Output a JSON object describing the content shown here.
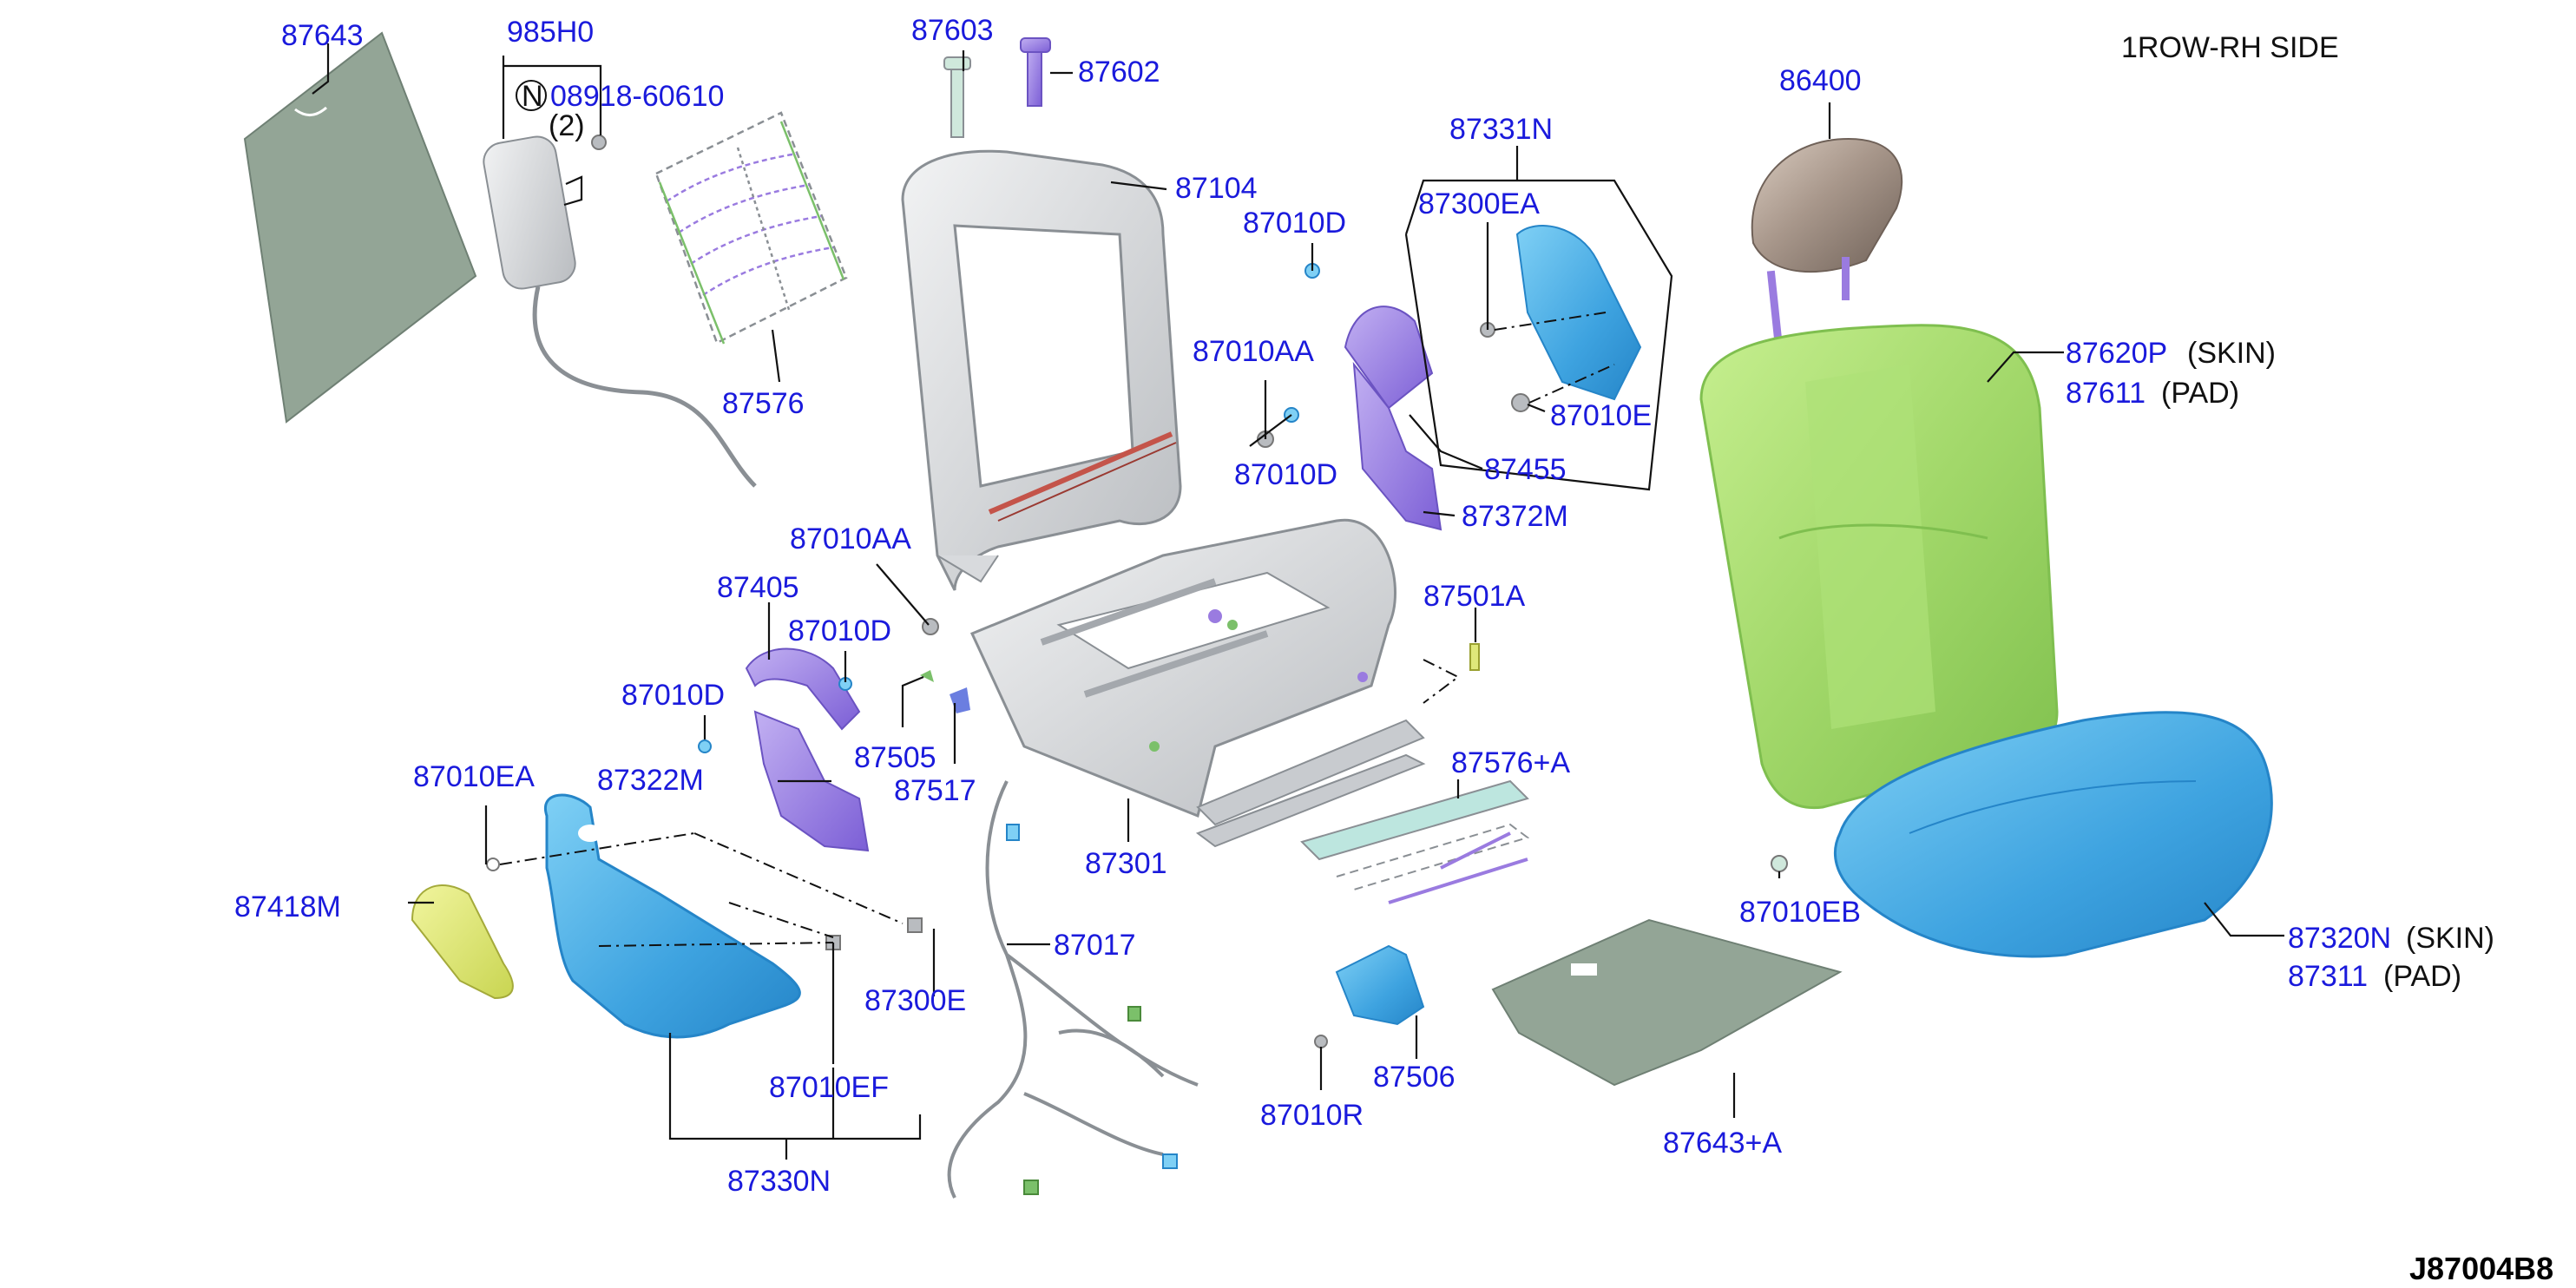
{
  "header": {
    "side": "1ROW-RH SIDE",
    "code": "J87004B8"
  },
  "labels": {
    "p87643": "87643",
    "p985H0": "985H0",
    "n_circle": "N",
    "p08918": "08918-60610",
    "qty2": "(2)",
    "p87576": "87576",
    "p87603": "87603",
    "p87602": "87602",
    "p87104": "87104",
    "p87331N": "87331N",
    "p87300EA": "87300EA",
    "p87010E": "87010E",
    "p86400": "86400",
    "p87010D_a": "87010D",
    "p87010AA_a": "87010AA",
    "p87010D_b": "87010D",
    "p87455": "87455",
    "p87372M": "87372M",
    "p87620P": "87620P",
    "skin1": "(SKIN)",
    "p87611": "87611",
    "pad1": "(PAD)",
    "p87010AA_b": "87010AA",
    "p87405": "87405",
    "p87010D_c": "87010D",
    "p87010D_d": "87010D",
    "p87501A": "87501A",
    "p87322M": "87322M",
    "p87505": "87505",
    "p87517": "87517",
    "p87576A": "87576+A",
    "p87010EA": "87010EA",
    "p87301": "87301",
    "p87418M": "87418M",
    "p87010EB": "87010EB",
    "p87017": "87017",
    "p87320N": "87320N",
    "skin2": "(SKIN)",
    "p87311": "87311",
    "pad2": "(PAD)",
    "p87300E": "87300E",
    "p87010EF": "87010EF",
    "p87506": "87506",
    "p87010R": "87010R",
    "p87643A": "87643+A",
    "p87330N": "87330N"
  },
  "colors": {
    "label": "#1a1adc",
    "insulator": "#93a596",
    "frame": "#d8dadd",
    "cushion_blue": "#45a9e3",
    "back_green": "#a6dc6e",
    "purple": "#9a7be0",
    "headrest": "#9a8a80",
    "yellow": "#dfe87a"
  },
  "icons": [
    "circled-n-icon"
  ]
}
